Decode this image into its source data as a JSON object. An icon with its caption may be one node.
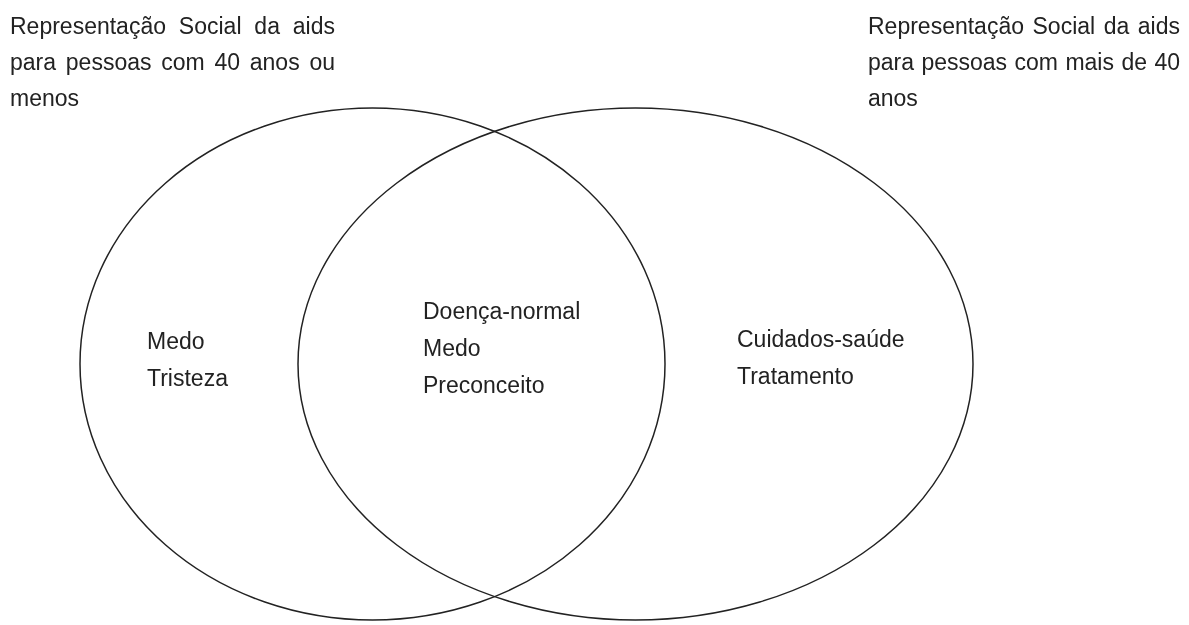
{
  "diagram": {
    "nodes": [
      {
        "text": [
          "Representação Social da aids para pessoas com 40 anos ou menos",
          "Medo Tristeza"
        ]
      },
      {
        "text": [
          "Representação Social da aids para pessoas com mais de 40 anos",
          "Cuidados-saúde Tratamento"
        ]
      }
    ],
    "edges": [],
    "labels": [
      "Doença-normal Medo Preconceito"
    ]
  }
}
